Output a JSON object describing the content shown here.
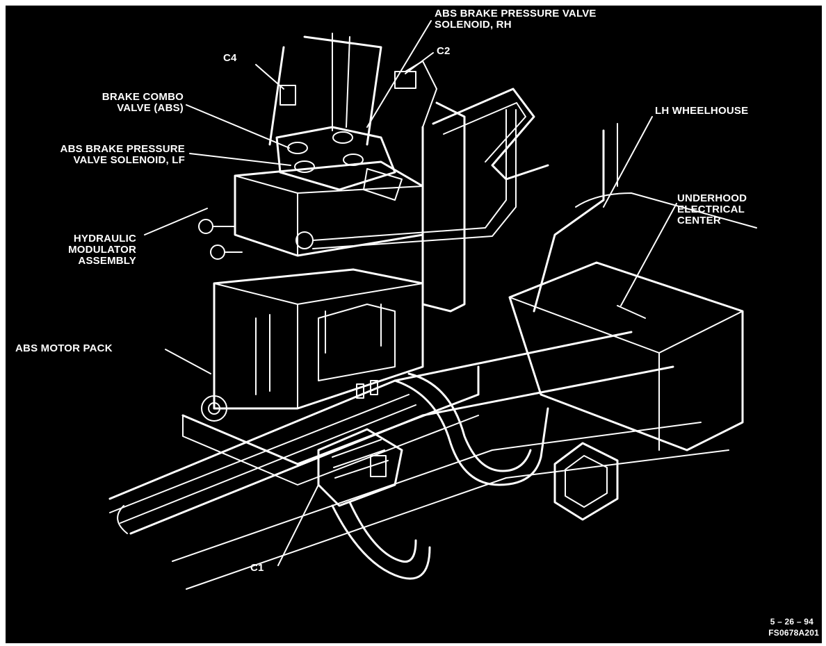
{
  "labels": {
    "rh_solenoid": "ABS BRAKE PRESSURE VALVE\nSOLENOID, RH",
    "c4": "C4",
    "c2": "C2",
    "combo_valve": "BRAKE COMBO\nVALVE (ABS)",
    "lh_wheelhouse": "LH WHEELHOUSE",
    "lf_solenoid": "ABS BRAKE PRESSURE\nVALVE SOLENOID, LF",
    "underhood_center": "UNDERHOOD\nELECTRICAL\nCENTER",
    "hydraulic_modulator": "HYDRAULIC\nMODULATOR\nASSEMBLY",
    "motor_pack": "ABS MOTOR PACK",
    "c1": "C1"
  },
  "footer": {
    "date": "5 – 26 – 94",
    "figure_id": "FS0678A201"
  },
  "colors": {
    "background": "#000000",
    "ink": "#ffffff"
  }
}
